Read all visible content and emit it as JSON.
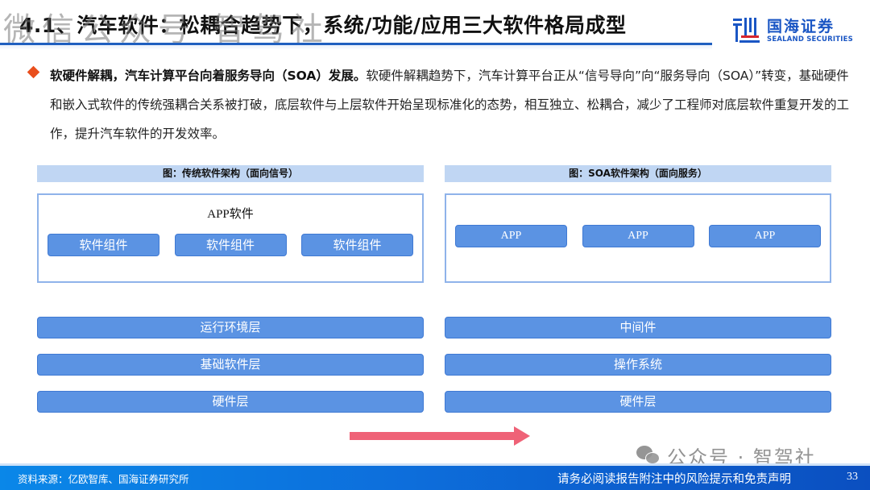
{
  "header": {
    "title": "4.1、汽车软件：松耦合趋势下，系统/功能/应用三大软件格局成型",
    "watermark": "微信公众号 智驾社",
    "logo": {
      "name_cn": "国海证券",
      "name_en": "SEALAND SECURITIES",
      "colors": {
        "blue": "#1a56c4",
        "red": "#d7262e"
      }
    },
    "accent_line_color": "#1f5fbf"
  },
  "bullet": {
    "icon": "diamond-bullet-icon",
    "color": "#e94f1d",
    "bold_lead": "软硬件解耦，汽车计算平台向着服务导向（SOA）发展。",
    "body": "软硬件解耦趋势下，汽车计算平台正从“信号导向”向“服务导向（SOA）”转变，基础硬件和嵌入式软件的传统强耦合关系被打破，底层软件与上层软件开始呈现标准化的态势，相互独立、松耦合，减少了工程师对底层软件重复开发的工作，提升汽车软件的开发效率。"
  },
  "figures": {
    "left": {
      "caption": "图：传统软件架构（面向信号）",
      "app_box_title": "APP软件",
      "components": [
        "软件组件",
        "软件组件",
        "软件组件"
      ],
      "layers": [
        "运行环境层",
        "基础软件层",
        "硬件层"
      ]
    },
    "right": {
      "caption": "图：SOA软件架构（面向服务）",
      "components": [
        "APP",
        "APP",
        "APP"
      ],
      "layers": [
        "中间件",
        "操作系统",
        "硬件层"
      ]
    },
    "colors": {
      "caption_bg": "#c0d6f3",
      "box_border": "#8fb3ea",
      "block_fill": "#5b93e3",
      "arrow": "#ef6277"
    }
  },
  "watermark_bottom": {
    "icon": "wechat-icon",
    "text": "公众号 · 智驾社"
  },
  "footer": {
    "source": "资料来源：亿欧智库、国海证券研究所",
    "disclaimer": "请务必阅读报告附注中的风险提示和免责声明",
    "page_number": "33"
  }
}
